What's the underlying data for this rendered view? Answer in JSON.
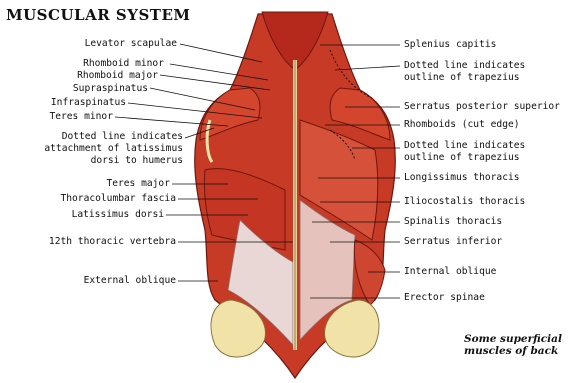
{
  "title": "MUSCULAR SYSTEM",
  "left_labels": {
    "levator_scapulae": "Levator scapulae",
    "rhomboid_minor": "Rhomboid minor",
    "rhomboid_major": "Rhomboid major",
    "supraspinatus": "Supraspinatus",
    "infraspinatus": "Infraspinatus",
    "teres_minor": "Teres minor",
    "dotted_latissimus_1": "Dotted line indicates",
    "dotted_latissimus_2": "attachment of latissimus",
    "dotted_latissimus_3": "dorsi to humerus",
    "teres_major": "Teres major",
    "thoracolumbar_fascia": "Thoracolumbar fascia",
    "latissimus_dorsi": "Latissimus dorsi",
    "thoracic_vertebra_12": "12th thoracic vertebra",
    "external_oblique": "External oblique"
  },
  "right_labels": {
    "splenius_capitis": "Splenius capitis",
    "dotted_trapezius_a1": "Dotted line indicates",
    "dotted_trapezius_a2": "outline of trapezius",
    "serratus_posterior_superior": "Serratus posterior superior",
    "rhomboids_cut_edge": "Rhomboids (cut edge)",
    "dotted_trapezius_b1": "Dotted line indicates",
    "dotted_trapezius_b2": "outline of trapezius",
    "longissimus_thoracis": "Longissimus thoracis",
    "iliocostalis_thoracis": "Iliocostalis thoracis",
    "spinalis_thoracis": "Spinalis thoracis",
    "serratus_inferior": "Serratus inferior",
    "internal_oblique": "Internal oblique",
    "erector_spinae": "Erector spinae"
  },
  "caption": {
    "line1": "Some superficial",
    "line2": "muscles of back"
  },
  "colors": {
    "muscle_dark": "#b5281c",
    "muscle_mid": "#d4452e",
    "muscle_light": "#e8836a",
    "fascia": "#e9d7d6",
    "bone": "#f1e3a8",
    "leader": "#111111"
  }
}
